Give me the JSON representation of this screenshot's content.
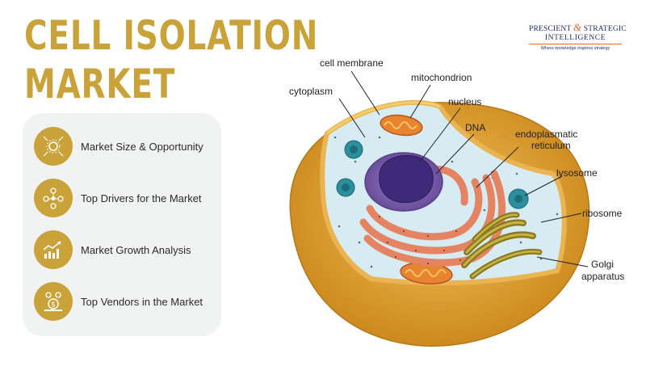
{
  "title": {
    "line1": "CELL ISOLATION",
    "line2": "MARKET"
  },
  "logo": {
    "brand_left": "PRESCIENT",
    "brand_amp": "&",
    "brand_right": "STRATEGIC",
    "brand_line2": "INTELLIGENCE",
    "tagline": "Where knowledge inspires strategy"
  },
  "menu": [
    {
      "label": "Market Size & Opportunity",
      "icon": "gear-network-icon"
    },
    {
      "label": "Top Drivers for the Market",
      "icon": "people-network-icon"
    },
    {
      "label": "Market Growth Analysis",
      "icon": "growth-chart-icon"
    },
    {
      "label": "Top Vendors in the Market",
      "icon": "vendor-money-icon"
    }
  ],
  "diagram": {
    "labels": {
      "cell_membrane": "cell membrane",
      "mitochondrion": "mitochondrion",
      "cytoplasm": "cytoplasm",
      "nucleus": "nucleus",
      "dna": "DNA",
      "er_line1": "endoplasmatic",
      "er_line2": "reticulum",
      "lysosome": "lysosome",
      "ribosome": "ribosome",
      "golgi_line1": "Golgi",
      "golgi_line2": "apparatus"
    }
  },
  "colors": {
    "accent": "#c9a23a",
    "panel": "#f1f2f2",
    "membrane": "#e1a32f",
    "cytoplasm": "#cfe6f0",
    "nucleus": "#7c5fae",
    "er": "#e07b52",
    "golgi": "#8a7a22"
  }
}
